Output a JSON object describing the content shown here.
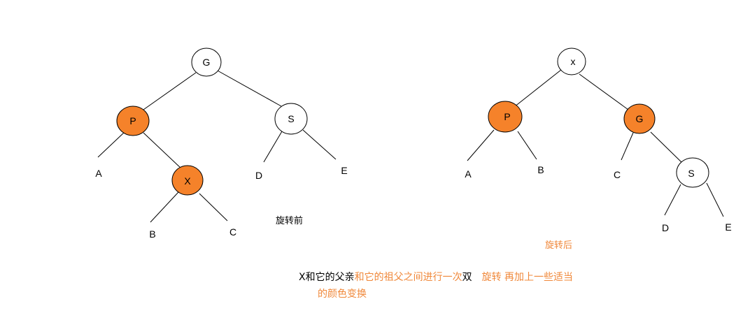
{
  "colors": {
    "highlight": "#f5822a",
    "highlight_text": "#f0883a",
    "white": "#ffffff",
    "stroke": "#000000"
  },
  "before": {
    "caption": "旋转前",
    "nodes": [
      {
        "id": "G",
        "label": "G",
        "filled": false
      },
      {
        "id": "P",
        "label": "P",
        "filled": true
      },
      {
        "id": "S",
        "label": "S",
        "filled": false
      },
      {
        "id": "X",
        "label": "X",
        "filled": true
      }
    ],
    "leaves": [
      "A",
      "B",
      "C",
      "D",
      "E"
    ]
  },
  "after": {
    "caption": "旋转后",
    "nodes": [
      {
        "id": "x",
        "label": "x",
        "filled": false
      },
      {
        "id": "P",
        "label": "P",
        "filled": true
      },
      {
        "id": "G",
        "label": "G",
        "filled": true
      },
      {
        "id": "S",
        "label": "S",
        "filled": false
      }
    ],
    "leaves": [
      "A",
      "B",
      "C",
      "D",
      "E"
    ]
  },
  "description": {
    "line1_part1": "X和它的父亲",
    "line1_part2": "和它的祖父之间进行一次",
    "line1_part3": "双",
    "line1_part4": "旋转 再加上一些适当",
    "line2": "的颜色变换"
  }
}
